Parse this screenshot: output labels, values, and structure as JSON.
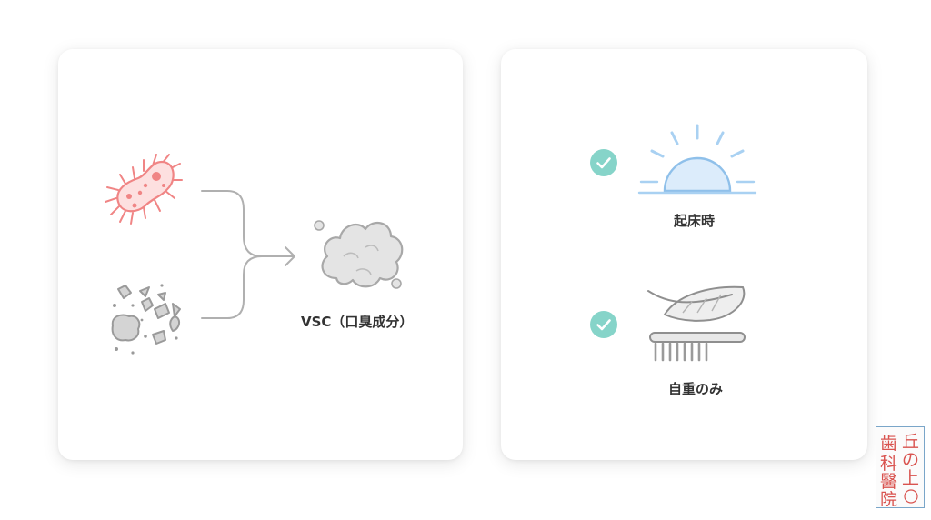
{
  "left_panel": {
    "icons": [
      "bacteria-icon",
      "debris-icon",
      "merge-arrow-icon",
      "gas-cloud-icon"
    ],
    "result_label": "VSC（口臭成分）"
  },
  "right_panel": {
    "items": [
      {
        "icon": "sunrise-icon",
        "check": "check-icon",
        "label": "起床時"
      },
      {
        "icon": "feather-toothbrush-icon",
        "check": "check-icon",
        "label": "自重のみ"
      }
    ]
  },
  "watermark": {
    "text": "丘の上歯科医院",
    "colors": {
      "ink": "#d9534f",
      "border": "#7aa6c9"
    }
  },
  "colors": {
    "bacteria": "#f28b8b",
    "bacteria_fill": "#fde0e0",
    "check": "#7fd3c8",
    "sun": "#9ecbf0",
    "gray": "#9a9a9a"
  }
}
